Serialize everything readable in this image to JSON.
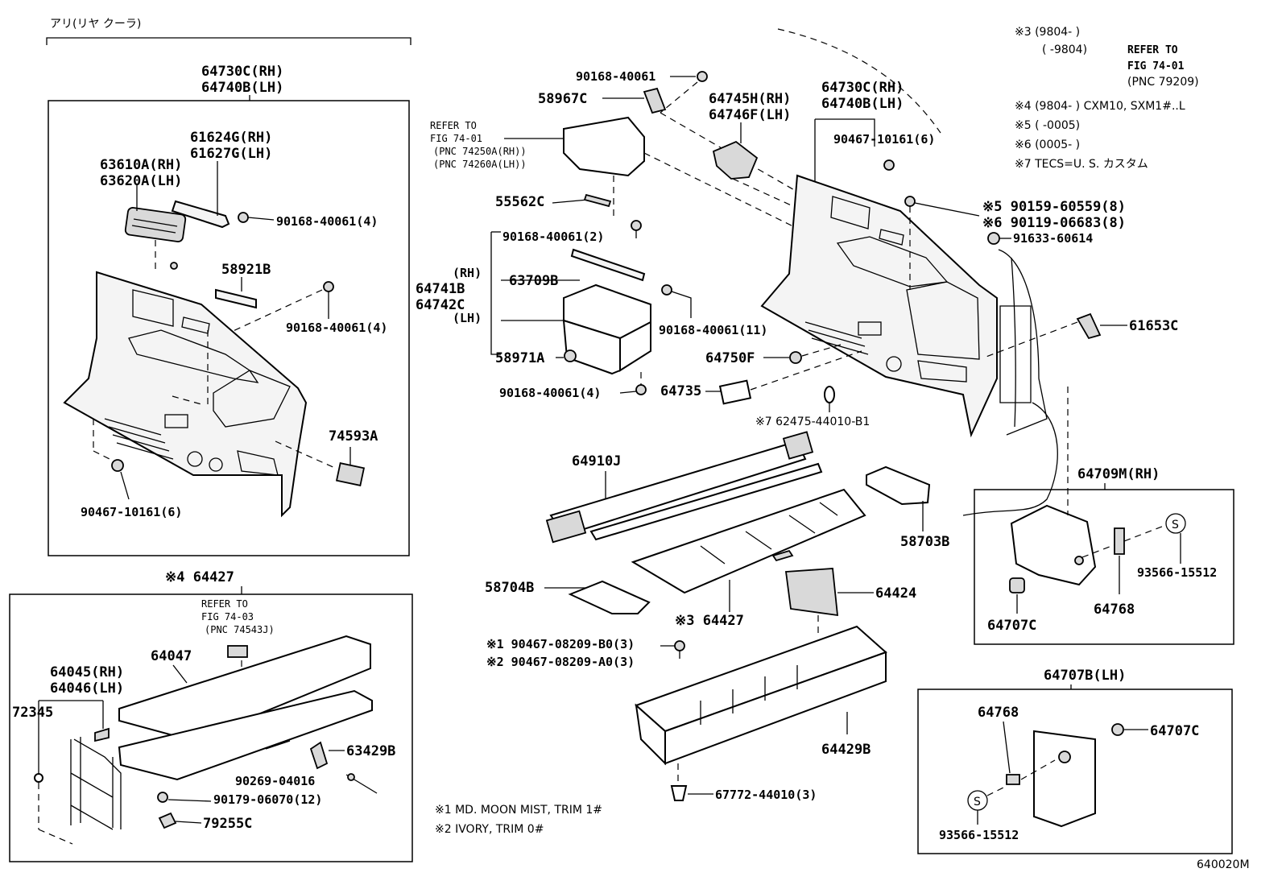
{
  "header_jp": "アリ(リヤ クーラ)",
  "labels": {
    "l_64730c_rh": "64730C(RH)",
    "l_64740b_lh": "64740B(LH)",
    "l_61624g_rh": "61624G(RH)",
    "l_61627g_lh": "61627G(LH)",
    "l_63610a_rh": "63610A(RH)",
    "l_63620a_lh": "63620A(LH)",
    "l_90168_40061_4a": "90168-40061(4)",
    "l_58921b": "58921B",
    "l_90168_40061_4b": "90168-40061(4)",
    "l_74593a": "74593A",
    "l_90467_10161_6a": "90467-10161(6)",
    "l_64427_a": "※4 64427",
    "l_refer_74_03_a": "REFER TO",
    "l_refer_74_03_b": "FIG 74-03",
    "l_refer_74_03_c": "(PNC 74543J)",
    "l_64047": "64047",
    "l_64045_rh": "64045(RH)",
    "l_64046_lh": "64046(LH)",
    "l_72345": "72345",
    "l_63429b": "63429B",
    "l_90269_04016": "90269-04016",
    "l_90179_06070": "90179-06070(12)",
    "l_79255c": "79255C",
    "l_refer_74_01_a": "REFER TO",
    "l_refer_74_01_b": "FIG 74-01",
    "l_refer_74_01_c": "(PNC 74250A(RH))",
    "l_refer_74_01_d": "(PNC 74260A(LH))",
    "l_90168_40061_top": "90168-40061",
    "l_58967c": "58967C",
    "l_55562c": "55562C",
    "l_90168_40061_2": "90168-40061(2)",
    "l_rh": "(RH)",
    "l_64741b": "64741B",
    "l_64742c": "64742C",
    "l_lh": "(LH)",
    "l_63709b": "63709B",
    "l_90168_40061_11": "90168-40061(11)",
    "l_58971a": "58971A",
    "l_90168_40061_4c": "90168-40061(4)",
    "l_64745h_rh": "64745H(RH)",
    "l_64746f_lh": "64746F(LH)",
    "l_64730c_rh_b": "64730C(RH)",
    "l_64740b_lh_b": "64740B(LH)",
    "l_90467_10161_6b": "90467-10161(6)",
    "l_90159_60559": "※5 90159-60559(8)",
    "l_90119_06683": "※6 90119-06683(8)",
    "l_91633_60614": "91633-60614",
    "l_61653c": "61653C",
    "l_64750f": "64750F",
    "l_64735": "64735",
    "l_62475": "※7 62475-44010-B1",
    "l_64910j": "64910J",
    "l_58703b": "58703B",
    "l_58704b": "58704B",
    "l_64427_b": "※3 64427",
    "l_64424": "64424",
    "l_90467_08209_b0": "※1 90467-08209-B0(3)",
    "l_90467_08209_a0": "※2 90467-08209-A0(3)",
    "l_64429b": "64429B",
    "l_67772_44010": "67772-44010(3)",
    "l_64709m_rh": "64709M(RH)",
    "l_93566_15512_a": "93566-15512",
    "l_64768_a": "64768",
    "l_64707c_a": "64707C",
    "l_64707b_lh": "64707B(LH)",
    "l_64768_b": "64768",
    "l_64707c_b": "64707C",
    "l_93566_15512_b": "93566-15512",
    "s_a": "S",
    "s_b": "S"
  },
  "notes": {
    "n3a": "※3 (9804-        )",
    "n3b": "(        -9804)",
    "n3ref_a": "REFER TO",
    "n3ref_b": "FIG 74-01",
    "n3ref_c": "(PNC 79209)",
    "n4": "※4 (9804-        ) CXM10, SXM1#..L",
    "n5": "※5 (        -0005)",
    "n6": "※6 (0005-        )",
    "n7": "※7 TECS=U. S. カスタム",
    "f1": "※1 MD. MOON MIST, TRIM 1#",
    "f2": "※2 IVORY, TRIM 0#"
  },
  "code": "640020M"
}
